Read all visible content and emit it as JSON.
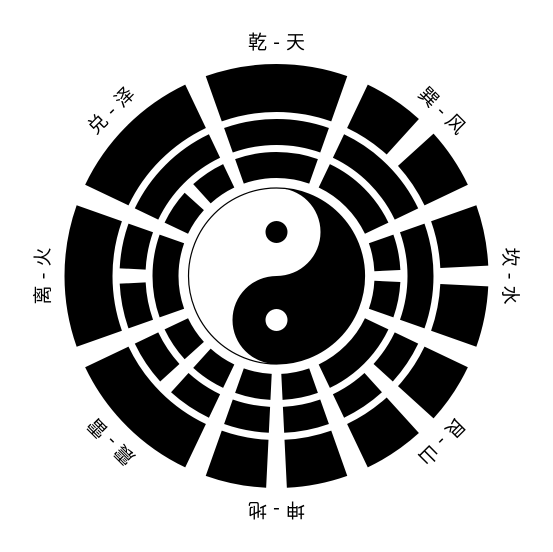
{
  "colors": {
    "background": "#ffffff",
    "foreground": "#000000"
  },
  "trigrams": [
    {
      "label": "乾 - 天",
      "lines": [
        "yang",
        "yang",
        "yang"
      ]
    },
    {
      "label": "巽 - 风",
      "lines": [
        "yang",
        "yang",
        "yin"
      ]
    },
    {
      "label": "坎 - 水",
      "lines": [
        "yin",
        "yang",
        "yin"
      ]
    },
    {
      "label": "艮 - 山",
      "lines": [
        "yang",
        "yin",
        "yin"
      ]
    },
    {
      "label": "坤 - 地",
      "lines": [
        "yin",
        "yin",
        "yin"
      ]
    },
    {
      "label": "震 - 雷",
      "lines": [
        "yin",
        "yin",
        "yang"
      ]
    },
    {
      "label": "离 - 火",
      "lines": [
        "yang",
        "yin",
        "yang"
      ]
    },
    {
      "label": "兑 - 泽",
      "lines": [
        "yin",
        "yang",
        "yang"
      ]
    }
  ]
}
